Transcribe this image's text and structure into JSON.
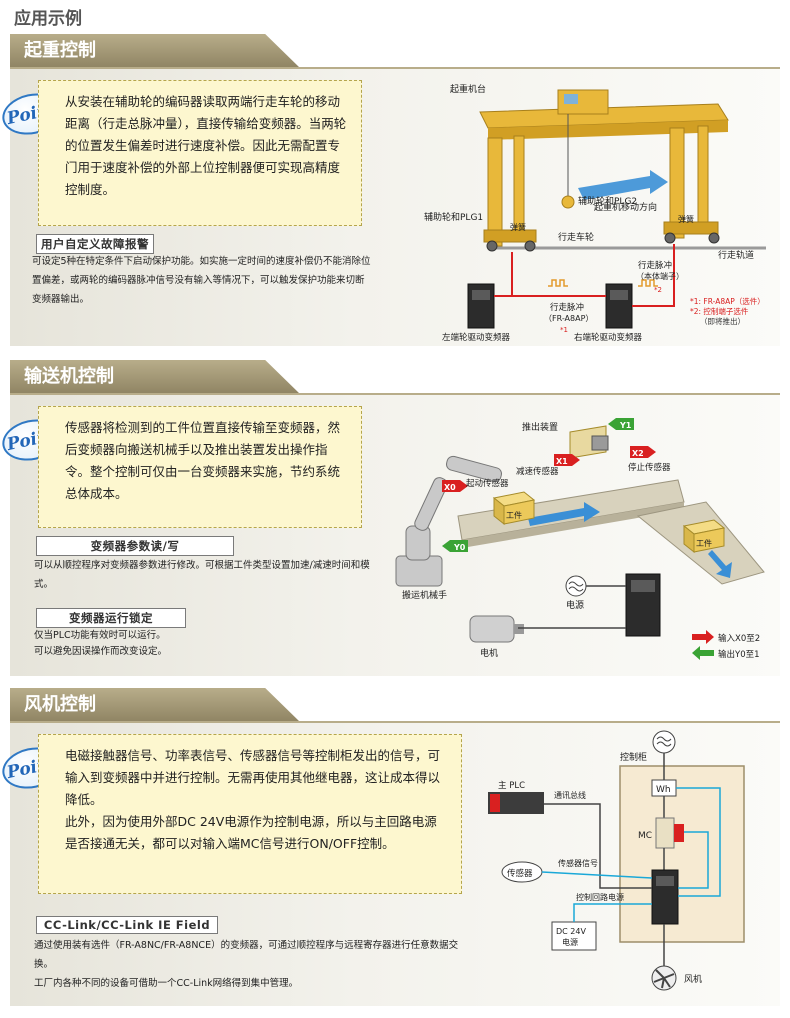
{
  "page_title": "应用示例",
  "sections": [
    {
      "title": "起重控制",
      "point": "Point",
      "description": "从安装在辅助轮的编码器读取两端行走车轮的移动距离（行走总脉冲量），直接传输给变频器。当两轮的位置发生偏差时进行速度补偿。因此无需配置专门用于速度补偿的外部上位控制器便可实现高精度控制度。",
      "feature_label": "用户自定义故障报警",
      "feature_text": "可设定5种在特定条件下启动保护功能。如实施一定时间的速度补偿仍不能消除位置偏差，或两轮的编码器脉冲信号没有输入等情况下，可以触发保护功能来切断变频器输出。",
      "diagram": {
        "crane_stand": "起重机台",
        "crane_direction": "起重机移动方向",
        "aux_wheel_1": "辅助轮和PLG1",
        "aux_wheel_2": "辅助轮和PLG2",
        "spring_1": "弹簧",
        "spring_2": "弹簧",
        "travel_wheel": "行走车轮",
        "travel_rail": "行走轨道",
        "pulse_left": "行走脉冲",
        "pulse_left_sub": "（FR-A8AP）",
        "pulse_left_mark": "*1",
        "pulse_right": "行走脉冲",
        "pulse_right_sub": "（本体端子）",
        "pulse_right_mark": "*2",
        "left_inverter": "左端轮驱动变频器",
        "right_inverter": "右端轮驱动变频器",
        "note_1": "*1: FR-A8AP（选件）",
        "note_2": "*2: 控制端子选件",
        "note_2b": "（即将推出）"
      }
    },
    {
      "title": "输送机控制",
      "point": "Point",
      "description": "传感器将检测到的工件位置直接传输至变频器，然后变频器向搬送机械手以及推出装置发出操作指令。整个控制可仅由一台变频器来实施，节约系统总体成本。",
      "feature_label_1": "变频器参数读/写",
      "feature_text_1": "可以从顺控程序对变频器参数进行修改。可根据工件类型设置加速/减速时间和模式。",
      "feature_label_2": "变频器运行锁定",
      "feature_text_2a": "仅当PLC功能有效时可以运行。",
      "feature_text_2b": "可以避免因误操作而改变设定。",
      "diagram": {
        "pusher": "推出装置",
        "decel_sensor": "减速传感器",
        "stop_sensor": "停止传感器",
        "start_sensor": "起动传感器",
        "workpiece_1": "工件",
        "workpiece_2": "工件",
        "robot": "搬运机械手",
        "power": "电源",
        "motor": "电机",
        "tag_x0": "X0",
        "tag_x1": "X1",
        "tag_x2": "X2",
        "tag_y0": "Y0",
        "tag_y1": "Y1",
        "legend_input": "输入X0至2",
        "legend_output": "输出Y0至1"
      }
    },
    {
      "title": "风机控制",
      "point": "Point",
      "description_1": "电磁接触器信号、功率表信号、传感器信号等控制柜发出的信号，可输入到变频器中并进行控制。无需再使用其他继电器，这让成本得以降低。",
      "description_2": "此外，因为使用外部DC 24V电源作为控制电源，所以与主回路电源是否接通无关，都可以对输入端MC信号进行ON/OFF控制。",
      "feature_label": "CC-Link/CC-Link IE Field",
      "feature_text_1": "通过使用装有选件（FR-A8NC/FR-A8NCE）的变频器，可通过顺控程序与远程寄存器进行任意数据交换。",
      "feature_text_2": "工厂内各种不同的设备可借助一个CC-Link网络得到集中管理。",
      "diagram": {
        "cabinet": "控制柜",
        "main_plc": "主 PLC",
        "comm_bus": "通讯总线",
        "wh": "Wh",
        "mc": "MC",
        "sensor": "传感器",
        "sensor_signal": "传感器信号",
        "ctrl_power": "控制回路电源",
        "dc_power_1": "DC 24V",
        "dc_power_2": "电源",
        "fan": "风机"
      }
    }
  ],
  "colors": {
    "header_bg": "#a39877",
    "point_blue": "#2266b8",
    "crane_yellow": "#e8b83a",
    "arrow_blue": "#3a8fd6",
    "signal_red": "#d92020",
    "signal_green": "#3aa335",
    "wire_cyan": "#1aa8d8"
  }
}
